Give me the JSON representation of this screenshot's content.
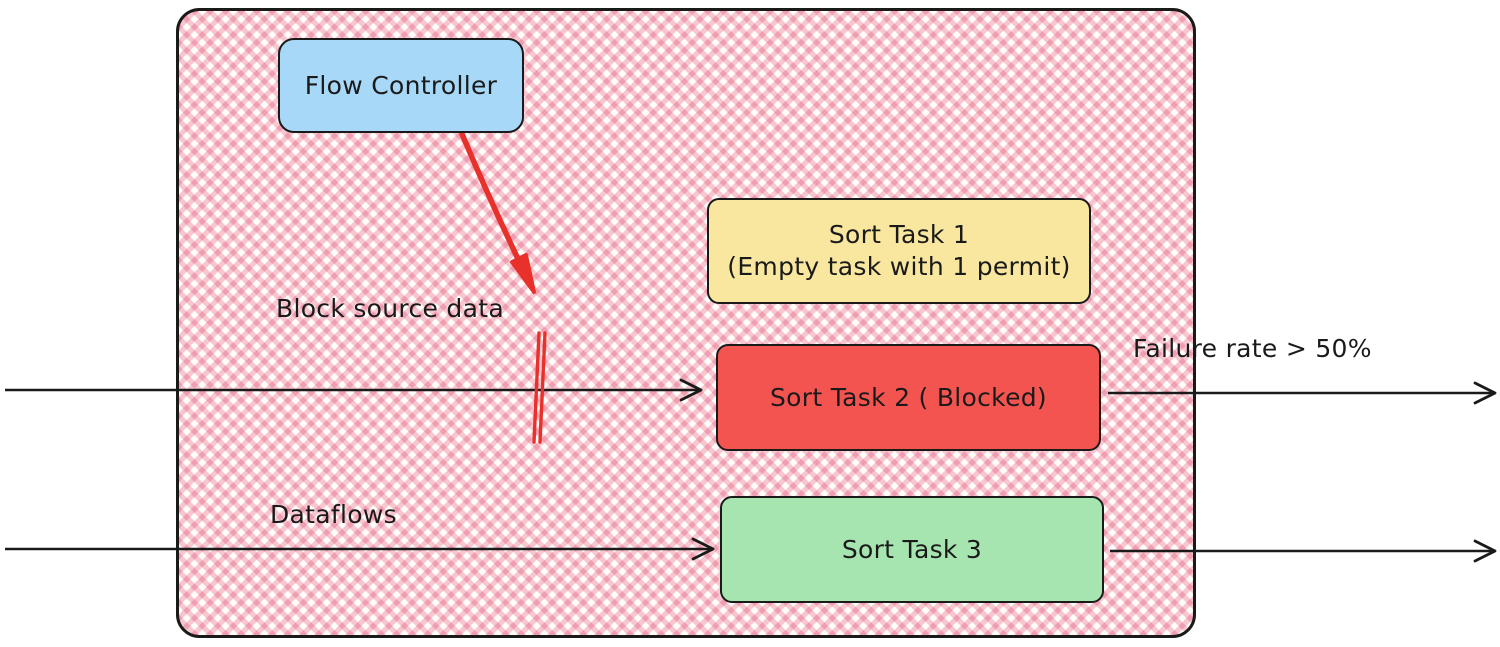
{
  "diagram": {
    "title": "Flow control blocking diagram",
    "container": {
      "name": "pipeline-container",
      "fill_pattern": "pink-crosshatch",
      "pattern_color": "#f2a0b4",
      "border_color": "#1a1a1a"
    },
    "nodes": [
      {
        "id": "flow-controller",
        "label": "Flow Controller",
        "fill": "#a8d8f8",
        "stroke": "#1a1a1a",
        "shape": "rounded-rect"
      },
      {
        "id": "sort-task-1",
        "label": "Sort Task 1\n(Empty task with 1 permit)",
        "fill": "#f9e79f",
        "stroke": "#1a1a1a",
        "shape": "rounded-rect"
      },
      {
        "id": "sort-task-2",
        "label": "Sort Task 2 ( Blocked)",
        "fill": "#f4544f",
        "stroke": "#1a1a1a",
        "shape": "rounded-rect"
      },
      {
        "id": "sort-task-3",
        "label": "Sort Task 3",
        "fill": "#a6e5b0",
        "stroke": "#1a1a1a",
        "shape": "rounded-rect"
      }
    ],
    "edge_labels": [
      {
        "id": "block-source-data",
        "text": "Block source data",
        "color": "#1a1a1a"
      },
      {
        "id": "dataflows",
        "text": "Dataflows",
        "color": "#1a1a1a"
      },
      {
        "id": "failure-rate",
        "text": "Failure rate > 50%",
        "color": "#1a1a1a"
      }
    ],
    "connectors": [
      {
        "id": "flow-controller-block-arrow",
        "color": "#e8312a",
        "style": "solid-arrow"
      },
      {
        "id": "block-marker",
        "color": "#e8312a",
        "style": "double-bar"
      },
      {
        "id": "dataflow-in-top",
        "color": "#1a1a1a",
        "style": "solid-arrow"
      },
      {
        "id": "dataflow-out-top",
        "color": "#1a1a1a",
        "style": "solid-arrow"
      },
      {
        "id": "dataflow-in-bottom",
        "color": "#1a1a1a",
        "style": "solid-arrow"
      },
      {
        "id": "dataflow-out-bottom",
        "color": "#1a1a1a",
        "style": "solid-arrow"
      }
    ]
  }
}
